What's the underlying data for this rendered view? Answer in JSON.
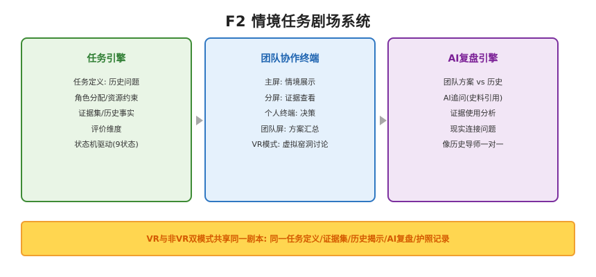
{
  "title": "F2 情境任务剧场系统",
  "boxes": [
    {
      "title": "任务引擎",
      "items": [
        "任务定义: 历史问题",
        "角色分配/资源约束",
        "证据集/历史事实",
        "评价维度",
        "状态机驱动(9状态)"
      ],
      "colors": {
        "fill": "#e9f5e6",
        "border": "#3d8b35",
        "title": "#2e7d32"
      }
    },
    {
      "title": "团队协作终端",
      "items": [
        "主屏: 情境展示",
        "分屏: 证据查看",
        "个人终端: 决策",
        "团队屏: 方案汇总",
        "VR模式: 虚拟窑洞讨论"
      ],
      "colors": {
        "fill": "#e5f1fc",
        "border": "#2f77c2",
        "title": "#1d63b0"
      }
    },
    {
      "title": "AI复盘引擎",
      "items": [
        "团队方案 vs 历史",
        "AI追问(史料引用)",
        "证据使用分析",
        "现实连接问题",
        "像历史导师一对一"
      ],
      "colors": {
        "fill": "#f2e6f6",
        "border": "#7b2f9e",
        "title": "#7b2096"
      }
    }
  ],
  "banner": {
    "text": "VR与非VR双模式共享同一剧本: 同一任务定义/证据集/历史揭示/AI复盘/护照记录",
    "colors": {
      "fill": "#ffd650",
      "border": "#f0a030",
      "text": "#d45a00"
    }
  },
  "arrow_color": "#a8a8a8"
}
